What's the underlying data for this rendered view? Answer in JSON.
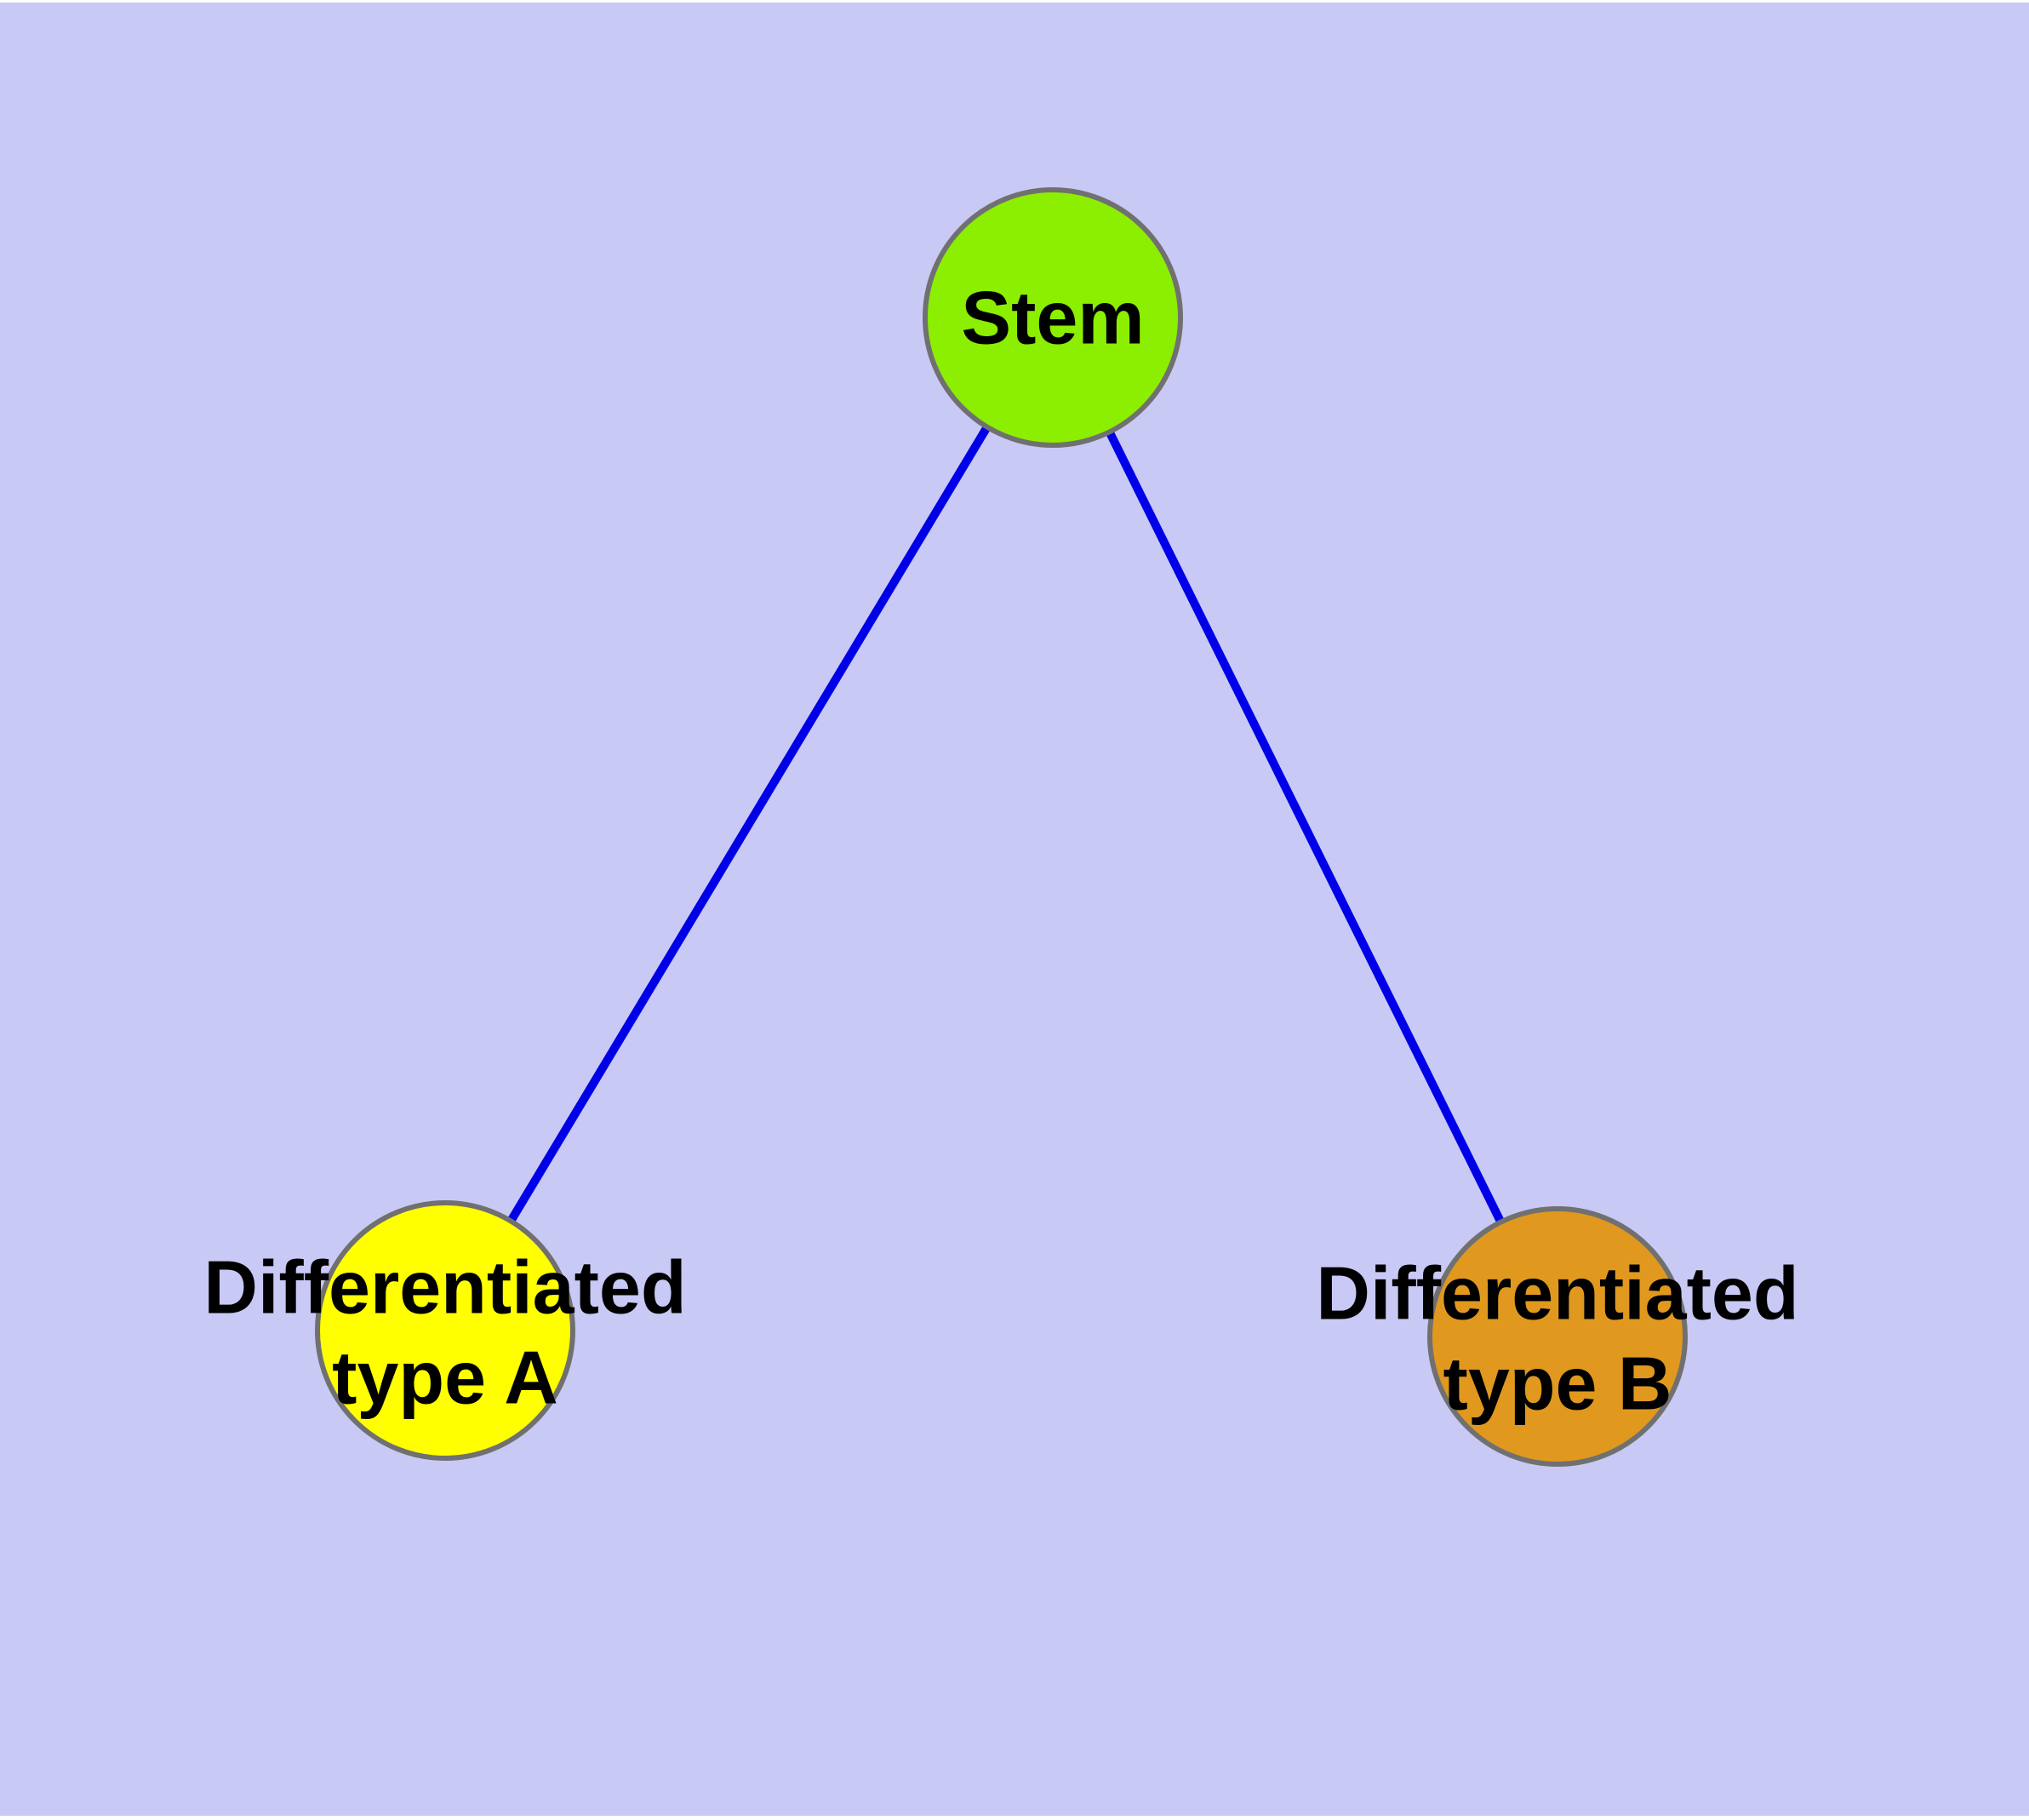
{
  "figure": {
    "type": "node-link-diagram",
    "description_visible_text_only": "Stem; Differentiated type A; Differentiated type B"
  },
  "canvas": {
    "background_color": "#c9c9f5",
    "margin_color": "#ffffff"
  },
  "nodes": [
    {
      "id": "stem",
      "label": "Stem",
      "fill": "#8cee00",
      "border_color": "#707070"
    },
    {
      "id": "type-a",
      "label_line1": "Differentiated",
      "label_line2": "type A",
      "fill": "#ffff00",
      "border_color": "#707070"
    },
    {
      "id": "type-b",
      "label_line1": "Differentiated",
      "label_line2": "type B",
      "fill": "#e0991e",
      "border_color": "#707070"
    }
  ],
  "edges": [
    {
      "from": "stem",
      "to": "type-a"
    },
    {
      "from": "stem",
      "to": "type-b"
    }
  ],
  "edge_style": {
    "color": "#0000e8"
  },
  "text_color": "#000000"
}
